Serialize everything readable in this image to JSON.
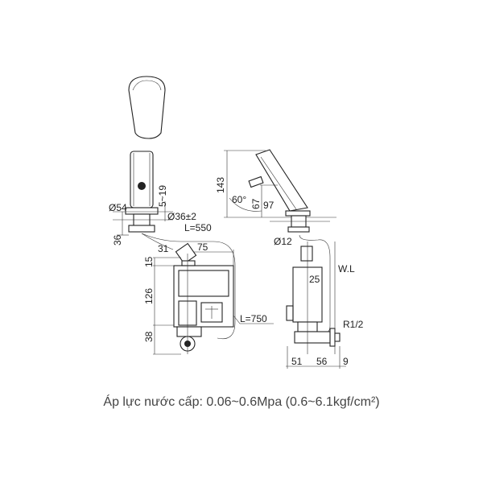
{
  "front_view": {
    "dia_base": "Ø54",
    "height_36": "36",
    "counter_thickness": "5~19",
    "hole_dia": "Ø36±2",
    "cable_550": "L=550",
    "dim_31": "31",
    "dim_75": "75",
    "dim_15": "15",
    "dim_126": "126",
    "dim_38": "38",
    "cable_750": "L=750"
  },
  "side_view": {
    "height_143": "143",
    "angle": "60°",
    "dim_67": "67",
    "dim_97": "97",
    "dia_12": "Ø12",
    "dim_25": "25",
    "water_level": "W.L",
    "thread": "R1/2",
    "dim_51": "51",
    "dim_56": "56",
    "dim_9": "9"
  },
  "caption": "Áp lực nước cấp: 0.06~0.6Mpa (0.6~6.1kgf/cm²)"
}
